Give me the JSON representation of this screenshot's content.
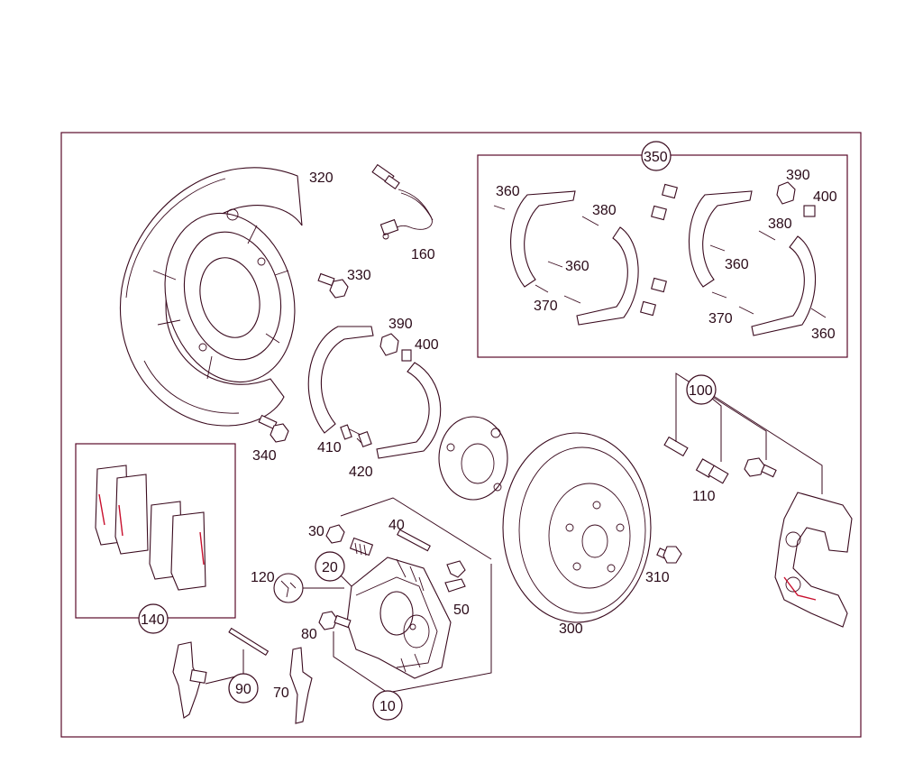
{
  "diagram": {
    "labels": {
      "l10": "10",
      "l20": "20",
      "l30": "30",
      "l40": "40",
      "l50": "50",
      "l70": "70",
      "l80": "80",
      "l90": "90",
      "l100": "100",
      "l110": "110",
      "l120": "120",
      "l140": "140",
      "l160": "160",
      "l300": "300",
      "l310": "310",
      "l320": "320",
      "l330": "330",
      "l340": "340",
      "l350": "350",
      "l360a": "360",
      "l360b": "360",
      "l360c": "360",
      "l360d": "360",
      "l370a": "370",
      "l370b": "370",
      "l380a": "380",
      "l380b": "380",
      "l390a": "390",
      "l390b": "390",
      "l400a": "400",
      "l400b": "400",
      "l410": "410",
      "l420": "420"
    },
    "colors": {
      "line": "#3a0a1e",
      "frame": "#5a0a2a",
      "accent": "#c8102e"
    }
  }
}
